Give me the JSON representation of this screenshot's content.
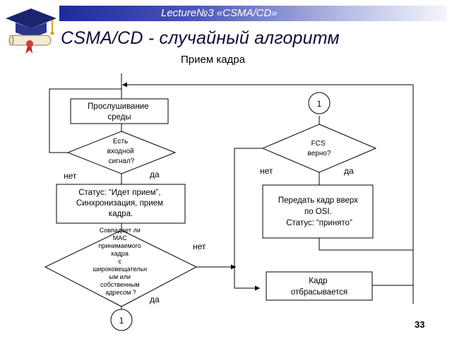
{
  "header": {
    "banner": "Lecture№3 «CSMA/CD»",
    "title": "CSMA/CD  - случайный алгоритм",
    "subtitle": "Прием кадра",
    "page_number": "33",
    "logo_icon": "graduation-cap-and-diploma-icon"
  },
  "diagram": {
    "listen_box": [
      "Прослушивание",
      "среды"
    ],
    "incoming_decision": [
      "Есть",
      "входной",
      "сигнал?"
    ],
    "status_box": [
      "Статус: “Идет прием”,",
      "Синхронизация, прием",
      "кадра."
    ],
    "mac_decision": [
      "Совпадает ли",
      "MAC",
      "принимаемого",
      "кадра",
      "с",
      "широковещательн",
      "ым или",
      "собственным",
      "адресом ?"
    ],
    "connector_bottom": "1",
    "connector_top": "1",
    "fcs_decision": [
      "FCS",
      "верно?"
    ],
    "pass_box": [
      "Передать кадр вверх",
      "по OSI.",
      "Статус: “принято”"
    ],
    "discard_box": [
      "Кадр",
      "отбрасывается"
    ],
    "labels": {
      "no_left": "нет",
      "yes_left": "да",
      "no_mac": "нет",
      "yes_mac": "да",
      "no_fcs": "нет",
      "yes_fcs": "да"
    }
  },
  "colors": {
    "banner_start": "#1e2a9a",
    "title": "#0d0d3a",
    "lines": "#000000"
  }
}
